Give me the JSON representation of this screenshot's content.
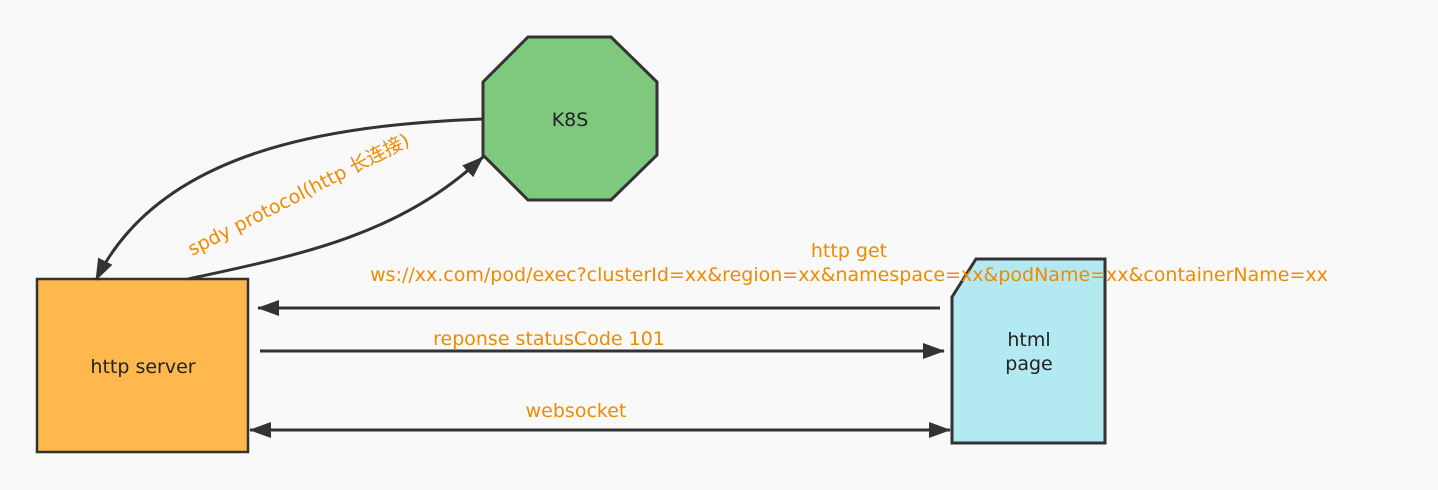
{
  "colors": {
    "background": "#f9f9f9",
    "stroke": "#333333",
    "label_accent": "#f08a00",
    "k8s_fill": "#7fc97f",
    "http_server_fill": "#ffb84d",
    "html_page_fill": "#b3eaf2"
  },
  "nodes": {
    "k8s": {
      "label": "K8S"
    },
    "http_server": {
      "label": "http server"
    },
    "html_page": {
      "label_line1": "html",
      "label_line2": "page"
    }
  },
  "edges": {
    "spdy": {
      "label": "spdy protocol(http 长连接)"
    },
    "http_get": {
      "label_line1": "http get",
      "label_line2": "ws://xx.com/pod/exec?clusterId=xx&region=xx&namespace=xx&podName=xx&containerName=xx"
    },
    "response": {
      "label": "reponse statusCode 101"
    },
    "websocket": {
      "label": "websocket"
    }
  }
}
